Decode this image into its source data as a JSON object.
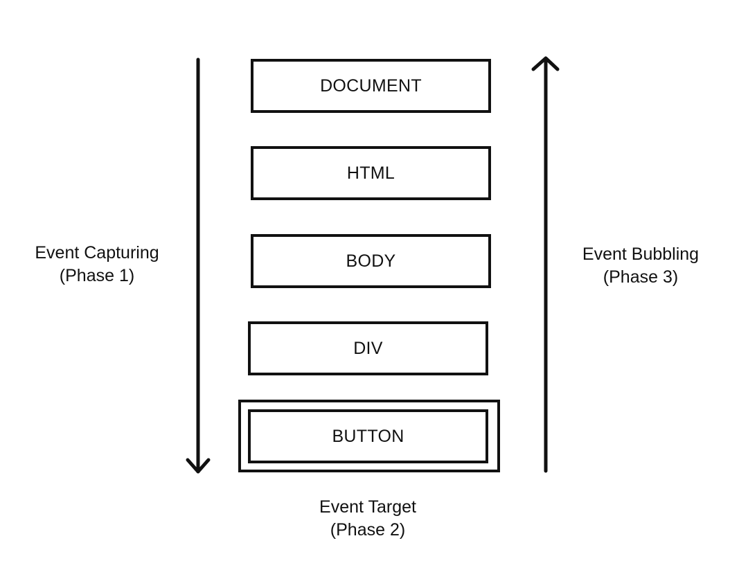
{
  "diagram": {
    "nodes": [
      {
        "id": "document",
        "label": "DOCUMENT"
      },
      {
        "id": "html",
        "label": "HTML"
      },
      {
        "id": "body",
        "label": "BODY"
      },
      {
        "id": "div",
        "label": "DIV"
      },
      {
        "id": "button",
        "label": "BUTTON"
      }
    ],
    "capturing": {
      "line1": "Event Capturing",
      "line2": "(Phase 1)",
      "direction": "down"
    },
    "bubbling": {
      "line1": "Event Bubbling",
      "line2": "(Phase 3)",
      "direction": "up"
    },
    "target": {
      "line1": "Event Target",
      "line2": "(Phase 2)"
    },
    "colors": {
      "stroke": "#111111",
      "background": "#ffffff"
    }
  }
}
